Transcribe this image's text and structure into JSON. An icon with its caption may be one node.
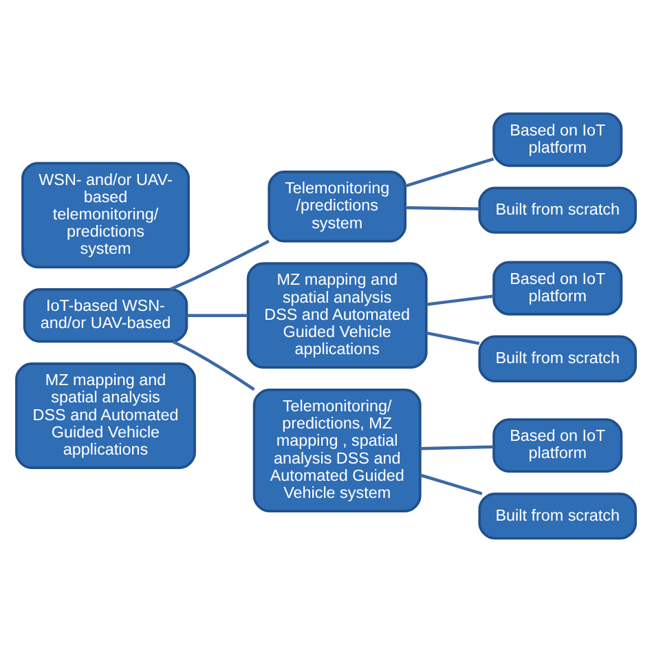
{
  "diagram": {
    "nodes": [
      {
        "text": [
          "WSN- and/or UAV-based telemonitoring/ predictions system"
        ]
      },
      {
        "text": [
          "IoT-based WSN- and/or UAV-based"
        ]
      },
      {
        "text": [
          "MZ mapping and spatial analysis DSS and Automated Guided Vehicle applications"
        ]
      },
      {
        "text": [
          "Telemonitoring /predictions system"
        ]
      },
      {
        "text": [
          "MZ mapping and spatial analysis DSS and Automated Guided Vehicle applications"
        ]
      },
      {
        "text": [
          "Telemonitoring/ predictions, MZ mapping , spatial analysis DSS and Automated Guided Vehicle system"
        ]
      },
      {
        "text": [
          "Based on IoT platform"
        ]
      },
      {
        "text": [
          "Built from scratch"
        ]
      },
      {
        "text": [
          "Based on IoT platform"
        ]
      },
      {
        "text": [
          "Built from scratch"
        ]
      },
      {
        "text": [
          "Based on IoT platform"
        ]
      },
      {
        "text": [
          "Built from scratch"
        ]
      }
    ],
    "edges": [
      {
        "from": 1,
        "to": 3,
        "arrow": "none"
      },
      {
        "from": 1,
        "to": 4,
        "arrow": "none"
      },
      {
        "from": 1,
        "to": 5,
        "arrow": "none"
      },
      {
        "from": 3,
        "to": 6,
        "arrow": "none"
      },
      {
        "from": 3,
        "to": 7,
        "arrow": "none"
      },
      {
        "from": 4,
        "to": 8,
        "arrow": "none"
      },
      {
        "from": 4,
        "to": 9,
        "arrow": "none"
      },
      {
        "from": 5,
        "to": 10,
        "arrow": "none"
      },
      {
        "from": 5,
        "to": 11,
        "arrow": "none"
      }
    ]
  }
}
